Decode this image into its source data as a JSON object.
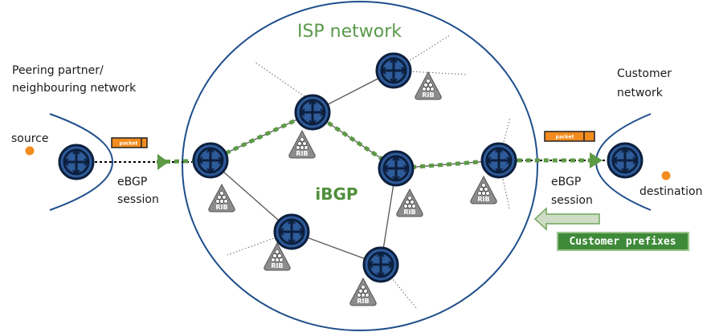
{
  "labels": {
    "peering_line1": "Peering partner/",
    "peering_line2": "neighbouring network",
    "customer_line1": "Customer",
    "customer_line2": "network",
    "isp_network": "ISP network",
    "ibgp": "iBGP",
    "source": "source",
    "destination": "destination",
    "ebgp_left": "eBGP",
    "session_left": "session",
    "ebgp_right": "eBGP",
    "session_right": "session",
    "packet_left": "packet",
    "packet_right": "packet",
    "customer_prefixes": "Customer prefixes",
    "rib": "RIB"
  },
  "colors": {
    "network_border": "#1f4e8c",
    "router_fill": "#2e5b9a",
    "path_green": "#5c9a45",
    "packet_orange": "#f28c1e",
    "rib_gray": "#8c8c8c",
    "prefix_box": "#3f8a3a"
  },
  "icons": {
    "router": "router-icon",
    "rib": "rib-icon",
    "packet": "packet-icon",
    "arrow": "arrow-left-icon"
  }
}
